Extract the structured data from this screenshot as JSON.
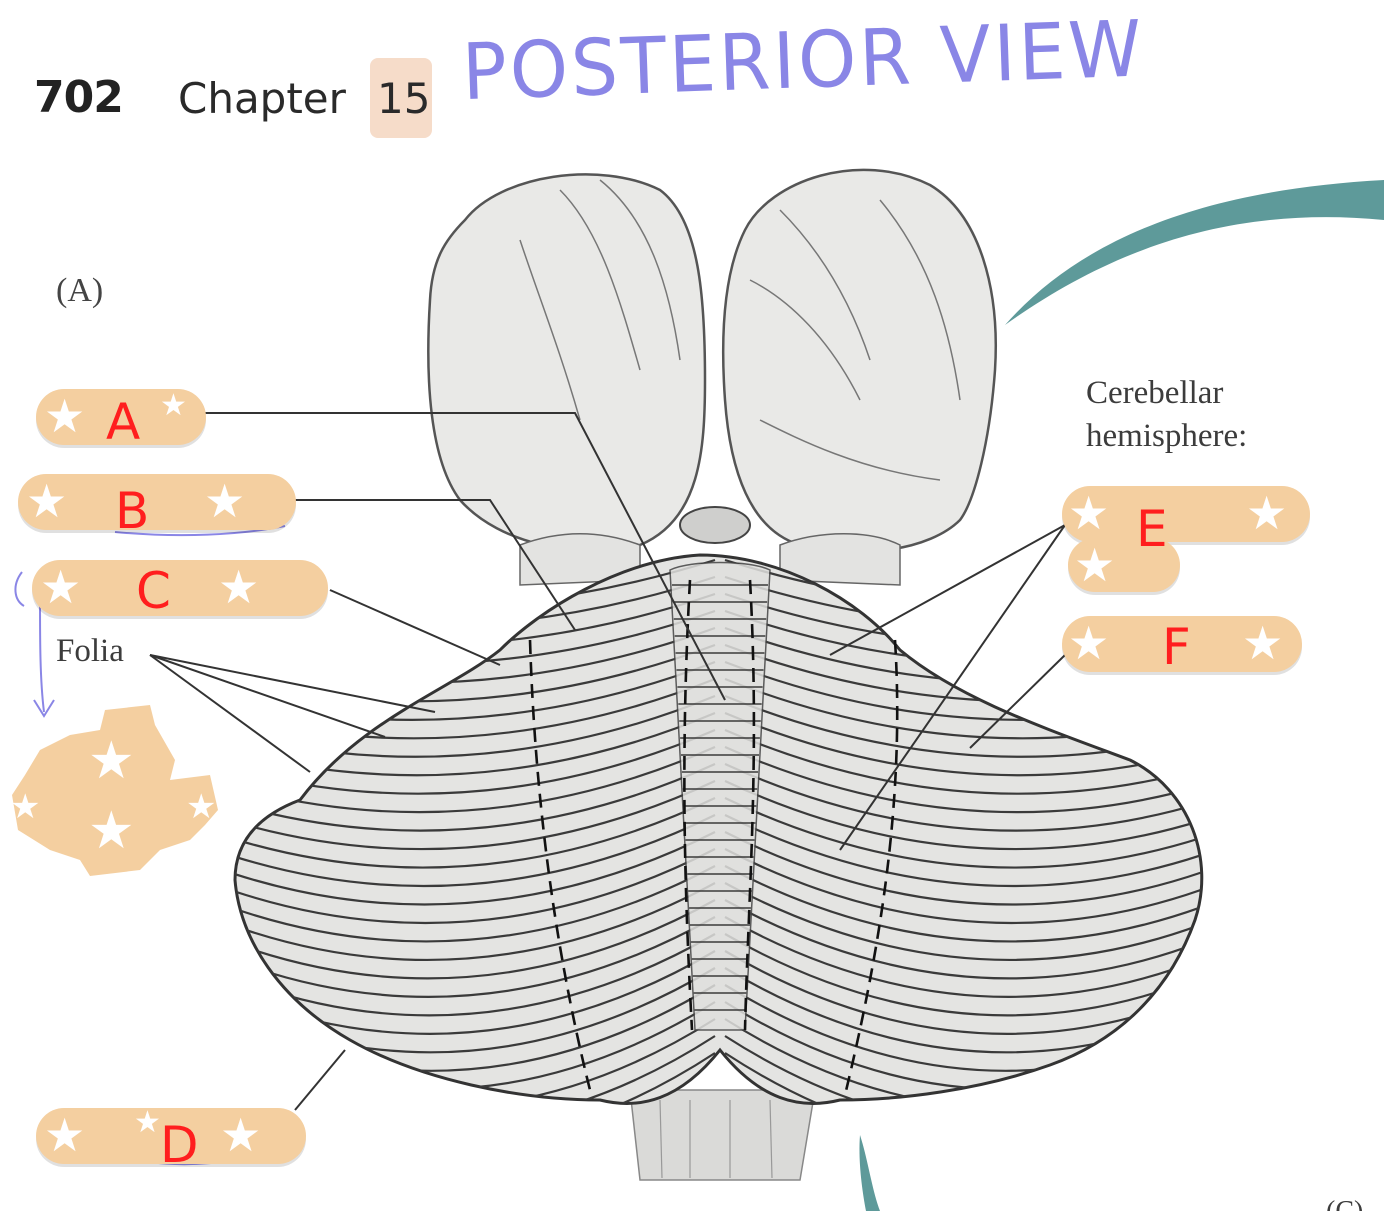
{
  "header": {
    "page_number": "702",
    "chapter_word": "Chapter",
    "chapter_number": "15"
  },
  "annotation": {
    "title": "POSTERIOR VIEW",
    "color": "#8a86e6"
  },
  "figure": {
    "panel_label": "(A)",
    "corner_label": "(C)",
    "printed_labels": {
      "folia": "Folia",
      "cerebellar_hemisphere_line1": "Cerebellar",
      "cerebellar_hemisphere_line2": "hemisphere:"
    },
    "blanks": [
      {
        "id": "A",
        "letter": "A"
      },
      {
        "id": "B",
        "letter": "B"
      },
      {
        "id": "C",
        "letter": "C"
      },
      {
        "id": "D",
        "letter": "D"
      },
      {
        "id": "E",
        "letter": "E"
      },
      {
        "id": "F",
        "letter": "F"
      }
    ],
    "colors": {
      "blank_fill": "#f4cfa0",
      "handwriting_red": "#ff1e1e",
      "accent_teal": "#5e9a9a"
    }
  }
}
